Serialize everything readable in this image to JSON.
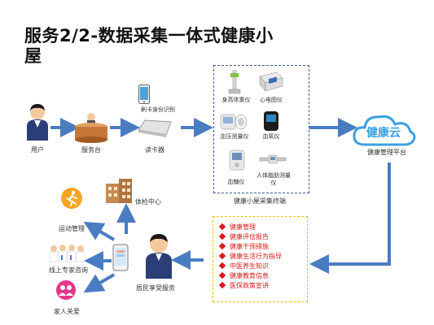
{
  "title": "服务2/2-数据采集一体式健康小屋",
  "nodes": {
    "user": "用户",
    "service_desk": "服务台",
    "id_recognition": "刷卡身份识别",
    "card_reader": "读卡器",
    "terminal": "健康小屋采集终端",
    "cloud": "健康云",
    "platform": "健康管理平台",
    "physical_center": "体检中心",
    "exercise": "运动管理",
    "expert": "线上专家咨询",
    "family": "家人关爱",
    "resident_service": "居民享受服务"
  },
  "devices": [
    {
      "label": "身高体重仪"
    },
    {
      "label": "心电图仪"
    },
    {
      "label": "血压测量仪"
    },
    {
      "label": "血氧仪"
    },
    {
      "label": "血糖仪"
    },
    {
      "label": "人体脂肪测量仪"
    }
  ],
  "cloud_text": "健康云",
  "services": [
    "健康管理",
    "健康评估报告",
    "健康干预措施",
    "健康生活行为指导",
    "中医养生知识",
    "健康教育信息",
    "医保政策宣讲"
  ],
  "colors": {
    "arrow": "#4a7cc2",
    "terminal_border": "#3a5f9e",
    "services_border": "#f0c000",
    "services_text": "#d81b1b",
    "cloud": "#3aa0e0"
  }
}
